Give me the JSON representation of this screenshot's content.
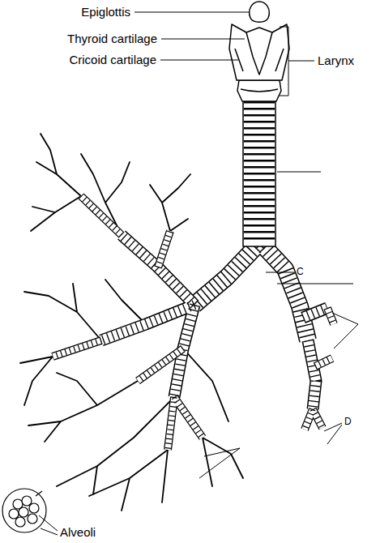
{
  "diagram": {
    "labels": [
      "Epiglottis",
      "Thyroid cartilage",
      "Cricoid cartilage",
      "Larynx",
      "C",
      "D",
      "Alveoli"
    ]
  }
}
